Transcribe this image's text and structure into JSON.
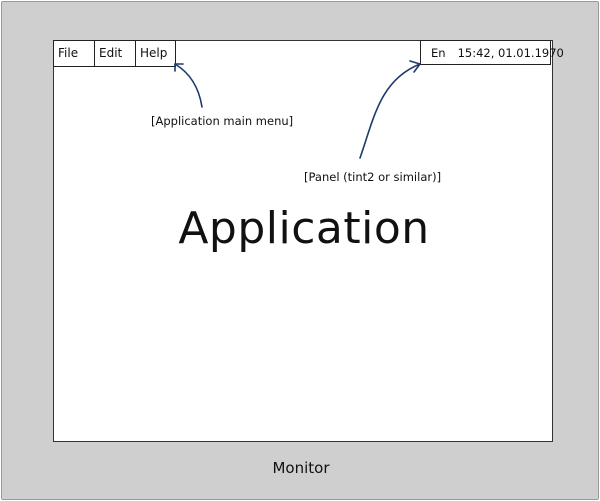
{
  "menu": {
    "items": [
      {
        "label": "File"
      },
      {
        "label": "Edit"
      },
      {
        "label": "Help"
      }
    ]
  },
  "panel": {
    "language": "En",
    "clock": "15:42, 01.01.1970"
  },
  "application": {
    "title": "Application"
  },
  "annotations": {
    "menu_note": "[Application main menu]",
    "panel_note": "[Panel (tint2 or similar)]"
  },
  "monitor": {
    "label": "Monitor"
  },
  "colors": {
    "monitor_bezel": "#cfcfcf",
    "screen": "#ffffff",
    "arrow": "#1f3a6b",
    "ink": "#111111"
  }
}
